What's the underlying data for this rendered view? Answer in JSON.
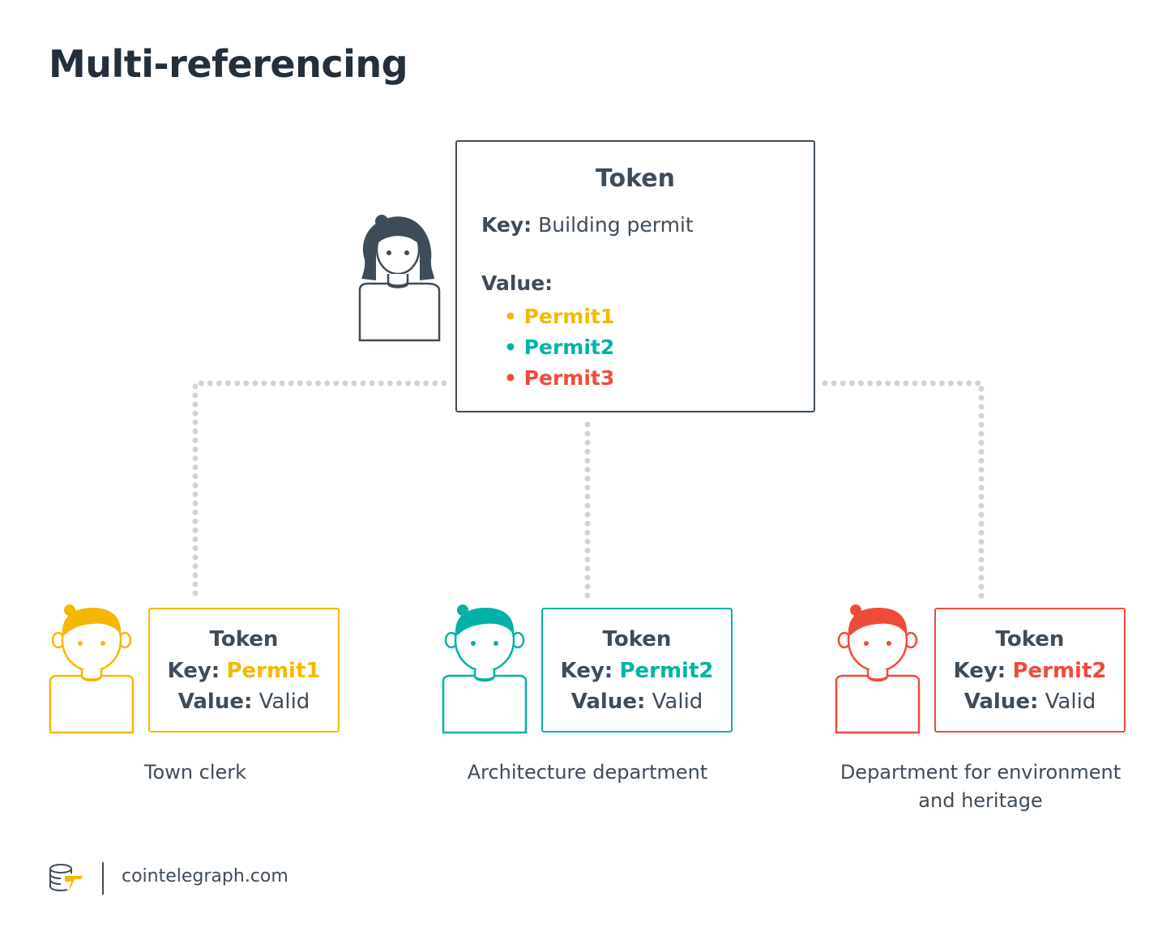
{
  "title": "Multi-referencing",
  "colors": {
    "dark": "#3e4c59",
    "yellow": "#f5b800",
    "teal": "#00b3a6",
    "red": "#ef4b3a",
    "connector": "#d3d3d3"
  },
  "main_token": {
    "title": "Token",
    "key_label": "Key:",
    "key_value": "Building permit",
    "value_label": "Value:",
    "permits": [
      "• Permit1",
      "• Permit2",
      "• Permit3"
    ]
  },
  "nodes": [
    {
      "caption_line1": "Town clerk",
      "caption_line2": "",
      "token_title": "Token",
      "key_label": "Key:",
      "key_value": "Permit1",
      "value_label": "Value:",
      "value_value": "Valid",
      "color": "#f5b800"
    },
    {
      "caption_line1": "Architecture department",
      "caption_line2": "",
      "token_title": "Token",
      "key_label": "Key:",
      "key_value": "Permit2",
      "value_label": "Value:",
      "value_value": "Valid",
      "color": "#00b3a6"
    },
    {
      "caption_line1": "Department for environment",
      "caption_line2": "and heritage",
      "token_title": "Token",
      "key_label": "Key:",
      "key_value": "Permit2",
      "value_label": "Value:",
      "value_value": "Valid",
      "color": "#ef4b3a"
    }
  ],
  "footer": {
    "site": "cointelegraph.com",
    "logo_icon": "cointelegraph-logo-icon"
  }
}
